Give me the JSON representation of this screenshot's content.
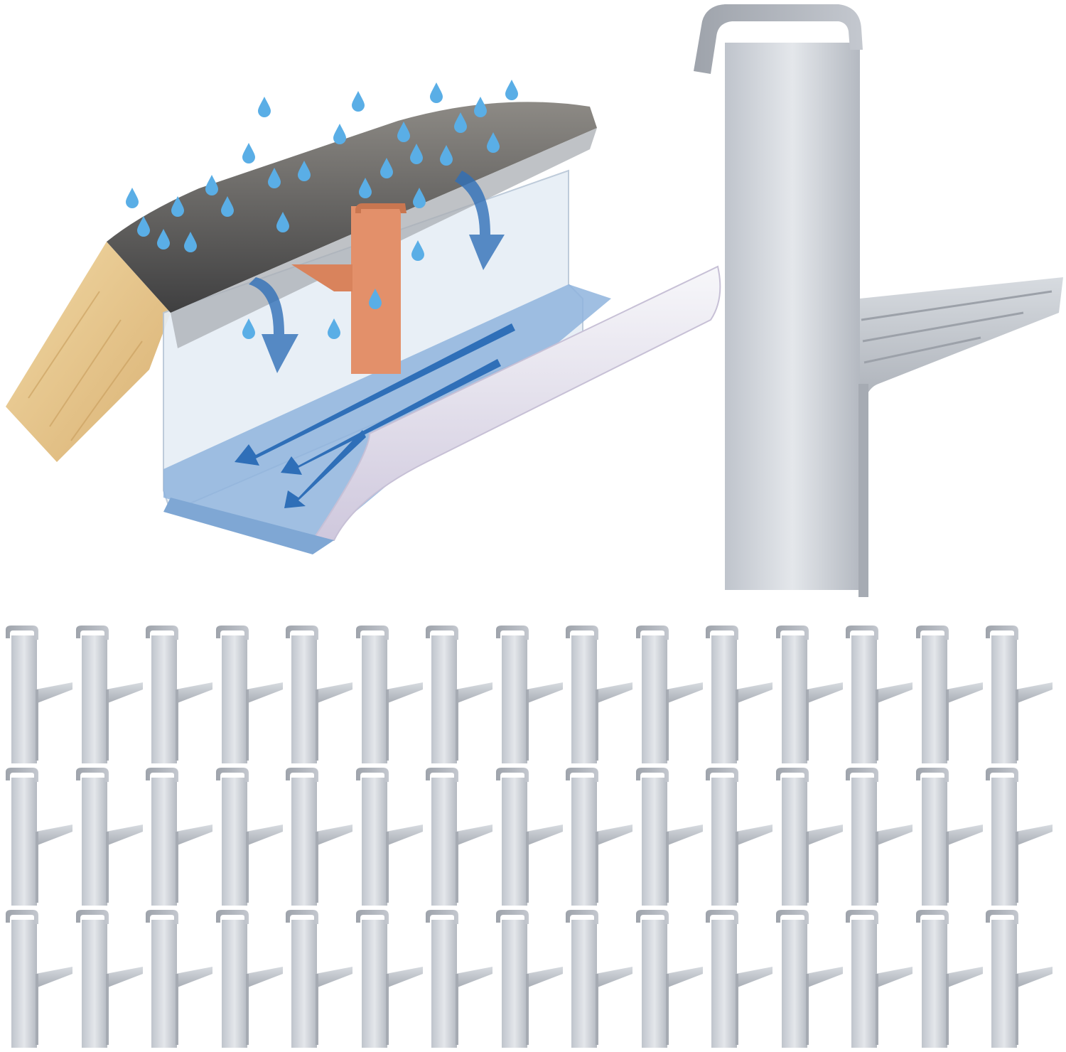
{
  "product": {
    "name": "gutter-guard-clip",
    "material_color": "#c9ced6",
    "clip_count_shown": 45,
    "grid_rows": 3,
    "grid_cols": 15
  },
  "illustration": {
    "rain_color": "#5aaee6",
    "flow_arrow_color": "#2f6fb8",
    "wood_color": "#e8c98c",
    "clip_highlight_color": "#e3906a",
    "guard_color": "#5a5a5a",
    "gutter_color": "#cfe0f0"
  }
}
